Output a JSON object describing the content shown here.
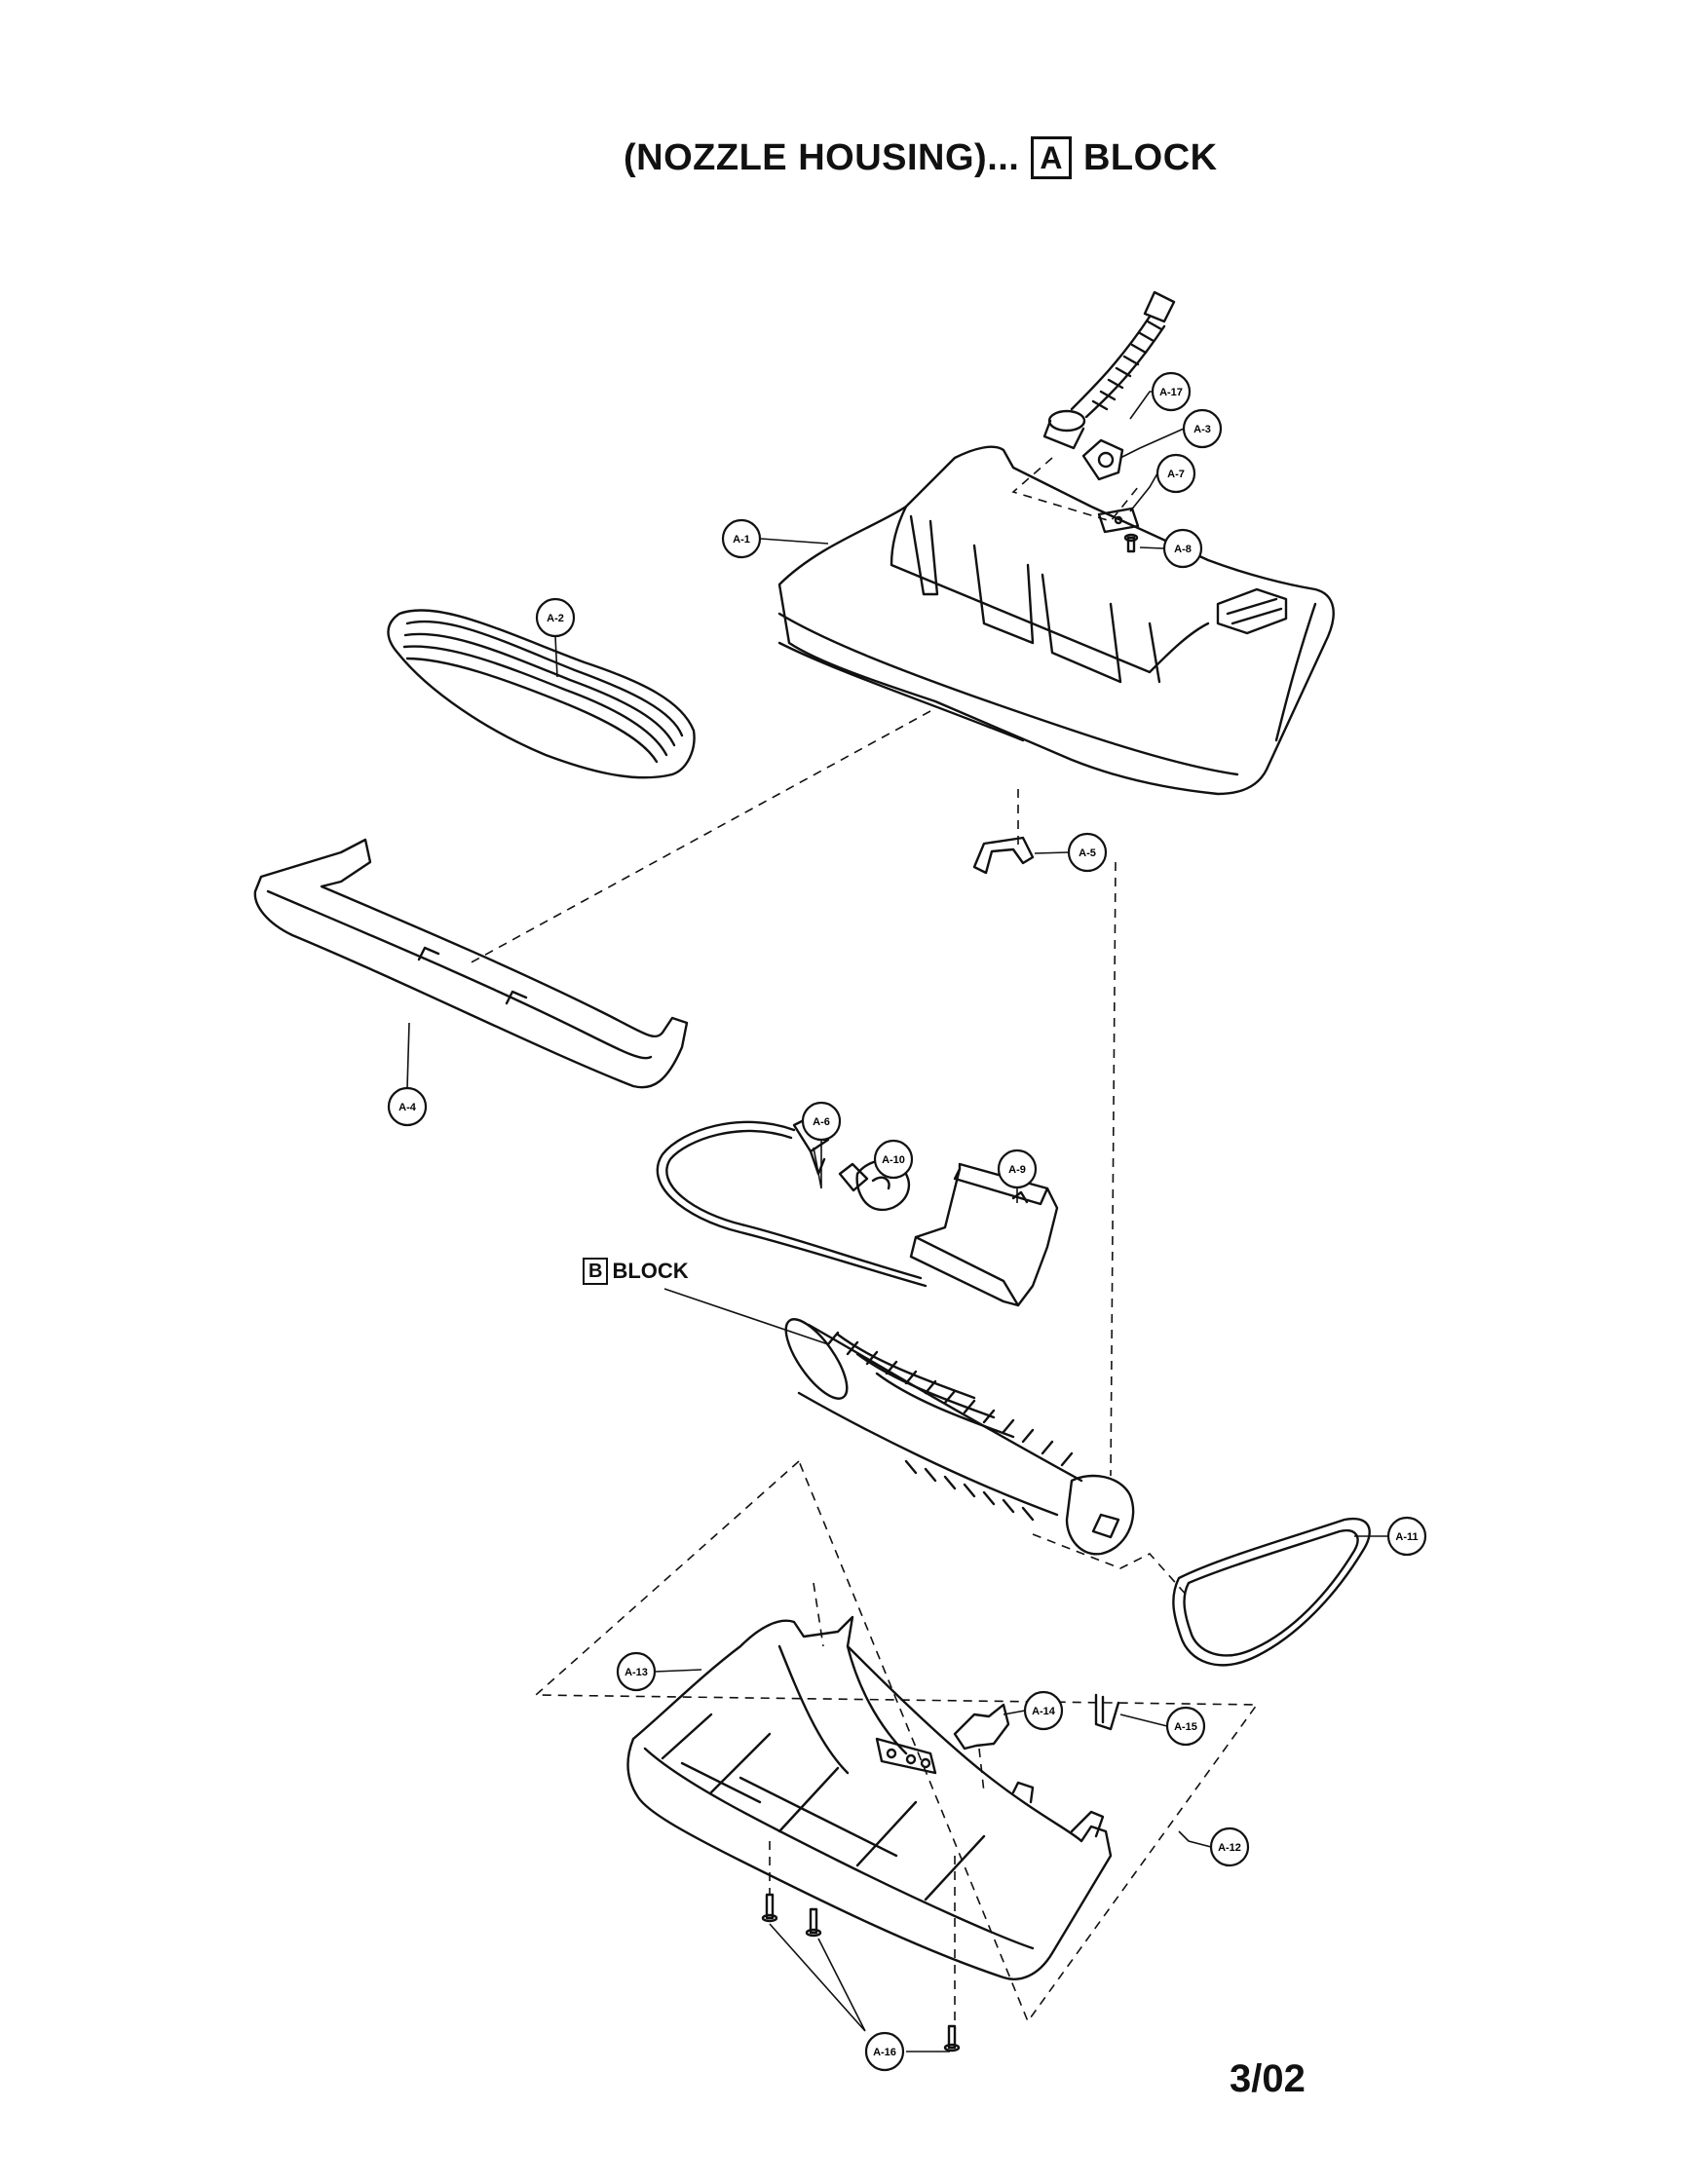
{
  "title": {
    "prefix": "(NOZZLE HOUSING)...",
    "box_letter": "A",
    "suffix": "BLOCK"
  },
  "sub_block": {
    "box_letter": "B",
    "label": "BLOCK"
  },
  "page_number": "3/02",
  "parts": [
    {
      "id": "a1",
      "label": "A-1"
    },
    {
      "id": "a2",
      "label": "A-2"
    },
    {
      "id": "a3",
      "label": "A-3"
    },
    {
      "id": "a4",
      "label": "A-4"
    },
    {
      "id": "a5",
      "label": "A-5"
    },
    {
      "id": "a6",
      "label": "A-6"
    },
    {
      "id": "a7",
      "label": "A-7"
    },
    {
      "id": "a8",
      "label": "A-8"
    },
    {
      "id": "a9",
      "label": "A-9"
    },
    {
      "id": "a10",
      "label": "A-10"
    },
    {
      "id": "a11",
      "label": "A-11"
    },
    {
      "id": "a12",
      "label": "A-12"
    },
    {
      "id": "a13",
      "label": "A-13"
    },
    {
      "id": "a14",
      "label": "A-14"
    },
    {
      "id": "a15",
      "label": "A-15"
    },
    {
      "id": "a16",
      "label": "A-16"
    },
    {
      "id": "a17",
      "label": "A-17"
    }
  ]
}
